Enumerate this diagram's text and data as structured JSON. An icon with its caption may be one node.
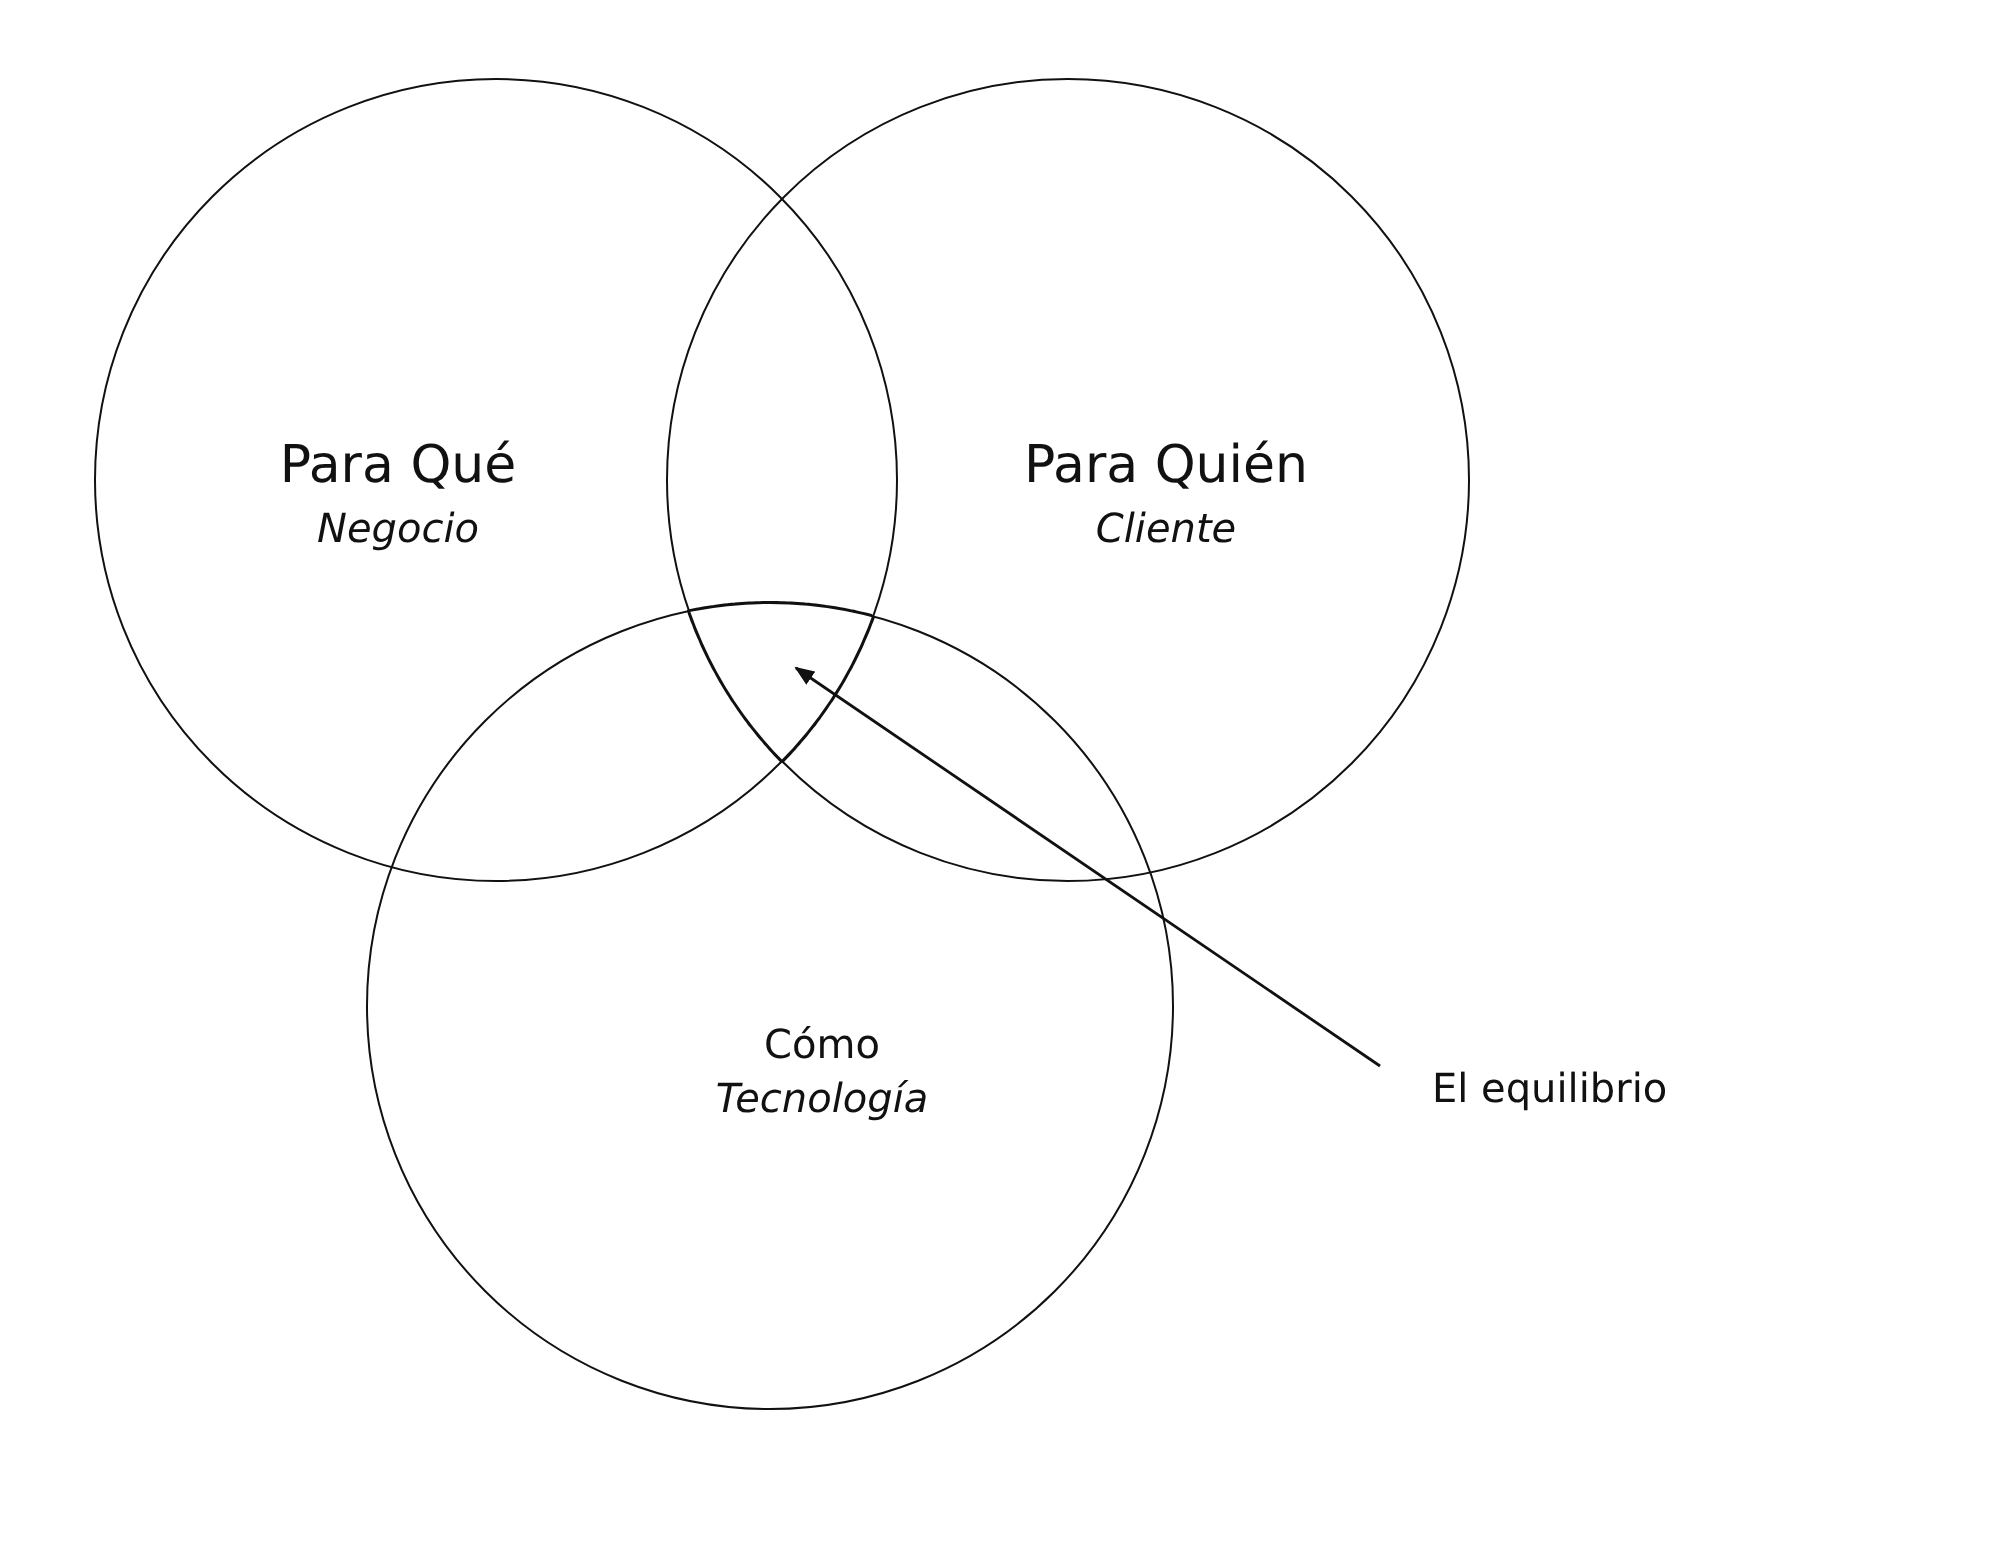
{
  "diagram": {
    "nodes": [
      {
        "text": [
          "Para Qué",
          "Negocio"
        ]
      },
      {
        "text": [
          "Para Quién",
          "Cliente"
        ]
      },
      {
        "text": [
          "Cómo",
          "Tecnología"
        ]
      },
      {
        "text": [
          "El equilibrio"
        ]
      },
      {
        "text": [],
        "shape": "region"
      }
    ],
    "edges": [
      {
        "from": 3,
        "to": 4,
        "arrow": "to"
      }
    ]
  }
}
